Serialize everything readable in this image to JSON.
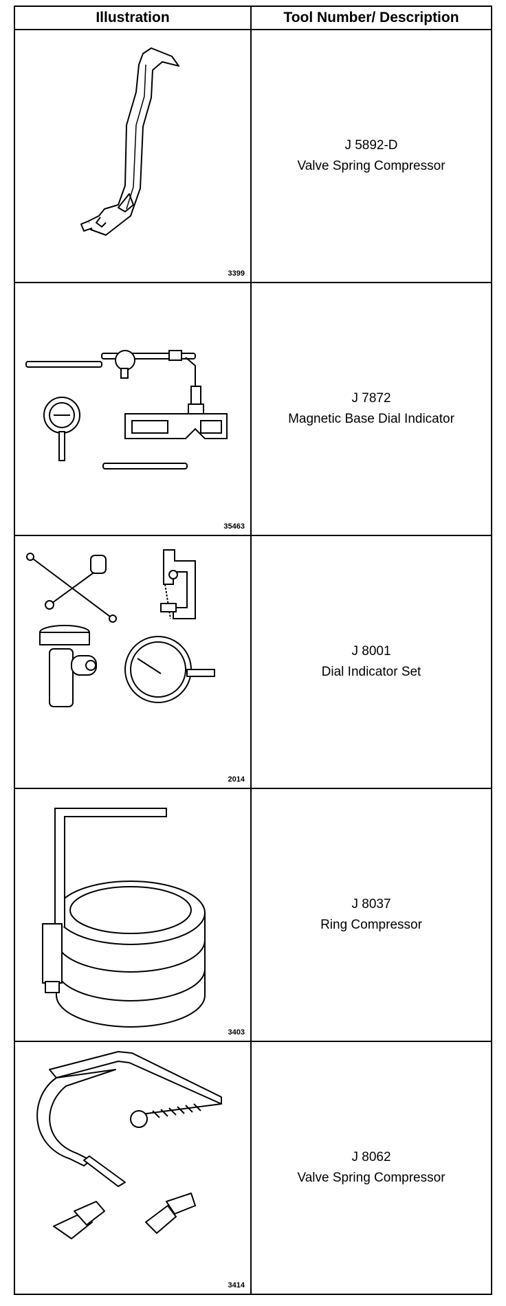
{
  "table": {
    "headers": {
      "illustration": "Illustration",
      "description": "Tool Number/ Description"
    },
    "rows": [
      {
        "figure_number": "3399",
        "tool_number": "J 5892-D",
        "description": "Valve Spring Compressor",
        "icon": "valve-spring-compressor-icon"
      },
      {
        "figure_number": "35463",
        "tool_number": "J 7872",
        "description": "Magnetic Base Dial Indicator",
        "icon": "magnetic-base-dial-indicator-icon"
      },
      {
        "figure_number": "2014",
        "tool_number": "J 8001",
        "description": "Dial Indicator Set",
        "icon": "dial-indicator-set-icon"
      },
      {
        "figure_number": "3403",
        "tool_number": "J 8037",
        "description": "Ring Compressor",
        "icon": "ring-compressor-icon"
      },
      {
        "figure_number": "3414",
        "tool_number": "J 8062",
        "description": "Valve Spring Compressor",
        "icon": "valve-spring-compressor-c-clamp-icon"
      }
    ]
  }
}
